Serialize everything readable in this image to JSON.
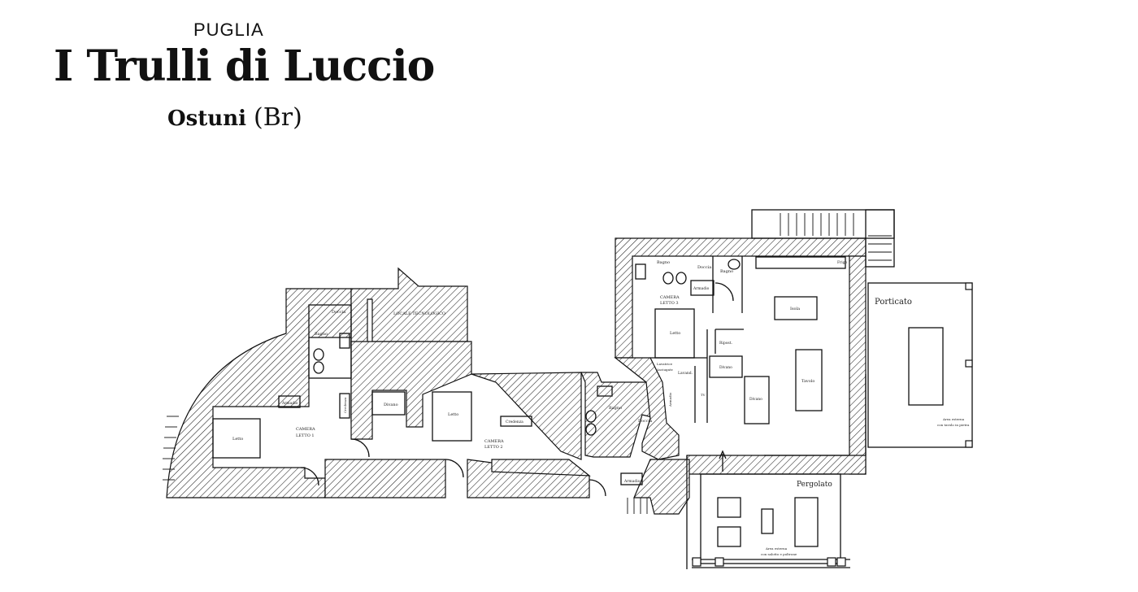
{
  "header": {
    "region": "PUGLIA",
    "title": "I Trulli di Luccio",
    "subtitle_main": "Ostuni",
    "subtitle_paren": "(Br)"
  },
  "labels": {
    "doccia_1": "Doccia",
    "bagno_1": "Bagno",
    "locale_tecnologico": "LOCALE TECNOLOGICO",
    "armadio_1": "Armadio",
    "credenza_1": "Credenza",
    "divano_1": "Divano",
    "letto_1": "Letto",
    "camera_letto_1_a": "CAMERA",
    "camera_letto_1_b": "LETTO 1",
    "letto_2": "Letto",
    "credenza_2": "Credenza",
    "camera_letto_2_a": "CAMERA",
    "camera_letto_2_b": "LETTO 2",
    "bagno_2": "Bagno",
    "doccia_2": "Doccia",
    "armadio_2": "Armadio",
    "bagno_3": "Bagno",
    "doccia_3": "Doccia",
    "bagno_4": "Bagno",
    "armadio_3": "Armadio",
    "camera_letto_3_a": "CAMERA",
    "camera_letto_3_b": "LETTO 3",
    "letto_3": "Letto",
    "lavatrice": "Lavatrice",
    "asciugatr": "Asciugatr.",
    "lavand": "Lavand.",
    "ripost": "Ripost.",
    "divano_2": "Divano",
    "divano_3": "Divano",
    "isola": "Isola",
    "tavolo": "Tavolo",
    "frigo": "Frigo",
    "tv": "TV",
    "armadio_4": "Armadio",
    "porticato": "Porticato",
    "area_esterna_1_a": "Area esterna",
    "area_esterna_1_b": "con tavolo in pietra",
    "pergolato": "Pergolato",
    "area_esterna_2_a": "Area esterna",
    "area_esterna_2_b": "con salotto e poltrone"
  }
}
